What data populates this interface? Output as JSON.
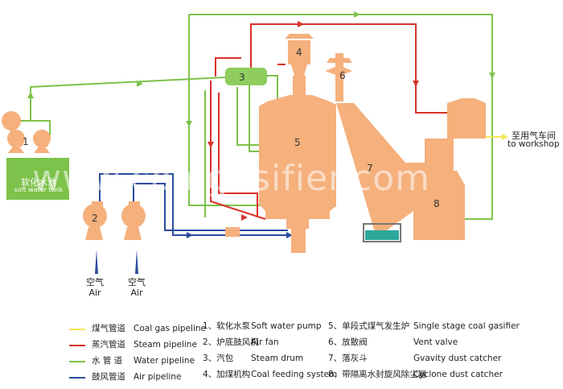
{
  "equipment_numbers": {
    "n1": "1",
    "n2": "2",
    "n3": "3",
    "n4": "4",
    "n5": "5",
    "n6": "6",
    "n7": "7",
    "n8": "8"
  },
  "tank": {
    "cn": "软化水池",
    "en": "soft water tank"
  },
  "air_inlets": [
    {
      "cn": "空气",
      "en": "Air"
    },
    {
      "cn": "空气",
      "en": "Air"
    }
  ],
  "workshop": {
    "cn": "至用气车间",
    "en": "to workshop"
  },
  "watermark": "www.coalgasifier.com",
  "legend": {
    "pipes": [
      {
        "cn": "煤气管道",
        "en": "Coal gas pipeline",
        "color": "#f3e85a"
      },
      {
        "cn": "蒸汽管道",
        "en": "Steam pipeline",
        "color": "#d8322a"
      },
      {
        "cn": "水  管  道",
        "en": "Water pipeline",
        "color": "#7dc24a"
      },
      {
        "cn": "鼓风管道",
        "en": "Air pipeline",
        "color": "#2b4c9b"
      }
    ],
    "components_left": [
      {
        "cn": "1、软化水泵",
        "en": "Soft water pump"
      },
      {
        "cn": "2、炉底鼓风机",
        "en": "Air fan"
      },
      {
        "cn": "3、汽包",
        "en": "Steam drum"
      },
      {
        "cn": "4、加煤机构",
        "en": "Coal feeding system"
      }
    ],
    "components_right": [
      {
        "cn": "5、单段式煤气发生炉",
        "en": "Single stage coal gasifier"
      },
      {
        "cn": "6、放散阀",
        "en": "Vent valve"
      },
      {
        "cn": "7、落灰斗",
        "en": "Gvavity dust catcher"
      },
      {
        "cn": "8、带隔离水封旋风除尘器",
        "en": "Cyclone dust catcher"
      }
    ]
  },
  "colors": {
    "equipment": "#f5b07c",
    "water": "#7dc24a",
    "steam": "#d8322a",
    "air": "#2b4c9b",
    "gas": "#f3e85a",
    "drum": "#8fce5e",
    "seal_water": "#2aa89a"
  }
}
